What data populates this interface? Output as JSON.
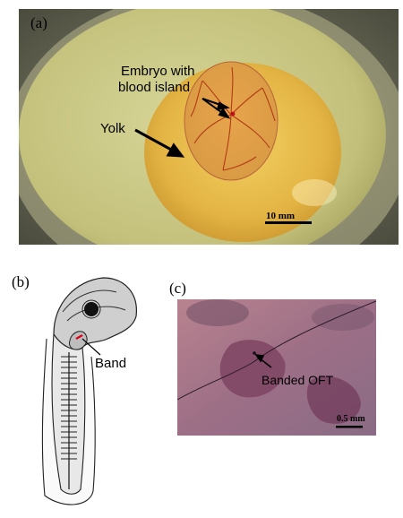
{
  "panel_a": {
    "letter": "(a)",
    "label_embryo_line1": "Embryo with",
    "label_embryo_line2": "blood island",
    "label_yolk": "Yolk",
    "scale_text": "10 mm"
  },
  "panel_b": {
    "letter": "(b)",
    "label_band": "Band"
  },
  "panel_c": {
    "letter": "(c)",
    "label_banded": "Banded OFT",
    "scale_text": "0.5 mm"
  },
  "colors": {
    "yolk": "#e6b94a",
    "albumen": "#c9c77e",
    "dish_bg": "#6c6b59",
    "vessel": "#b23a16",
    "band": "#e0001a",
    "panel_c_bg": "#9b6e86"
  }
}
